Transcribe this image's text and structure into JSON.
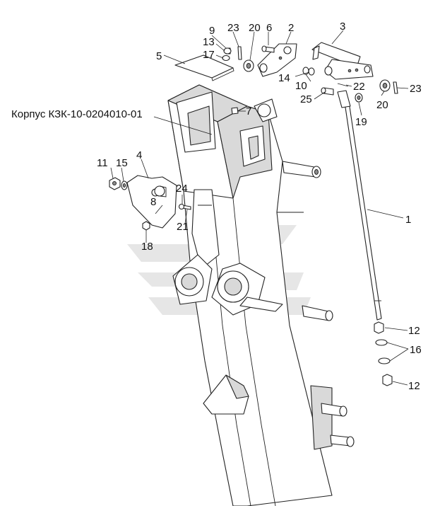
{
  "assembly_label": "Корпус КЗК-10-0204010-01",
  "callouts": {
    "c1": "1",
    "c2": "2",
    "c3": "3",
    "c4": "4",
    "c5": "5",
    "c6": "6",
    "c7": "7",
    "c8": "8",
    "c9": "9",
    "c10": "10",
    "c11": "11",
    "c12a": "12",
    "c12b": "12",
    "c13": "13",
    "c14": "14",
    "c15": "15",
    "c16": "16",
    "c17": "17",
    "c18": "18",
    "c19": "19",
    "c20a": "20",
    "c20b": "20",
    "c21": "21",
    "c22": "22",
    "c23a": "23",
    "c23b": "23",
    "c24": "24",
    "c25": "25"
  }
}
